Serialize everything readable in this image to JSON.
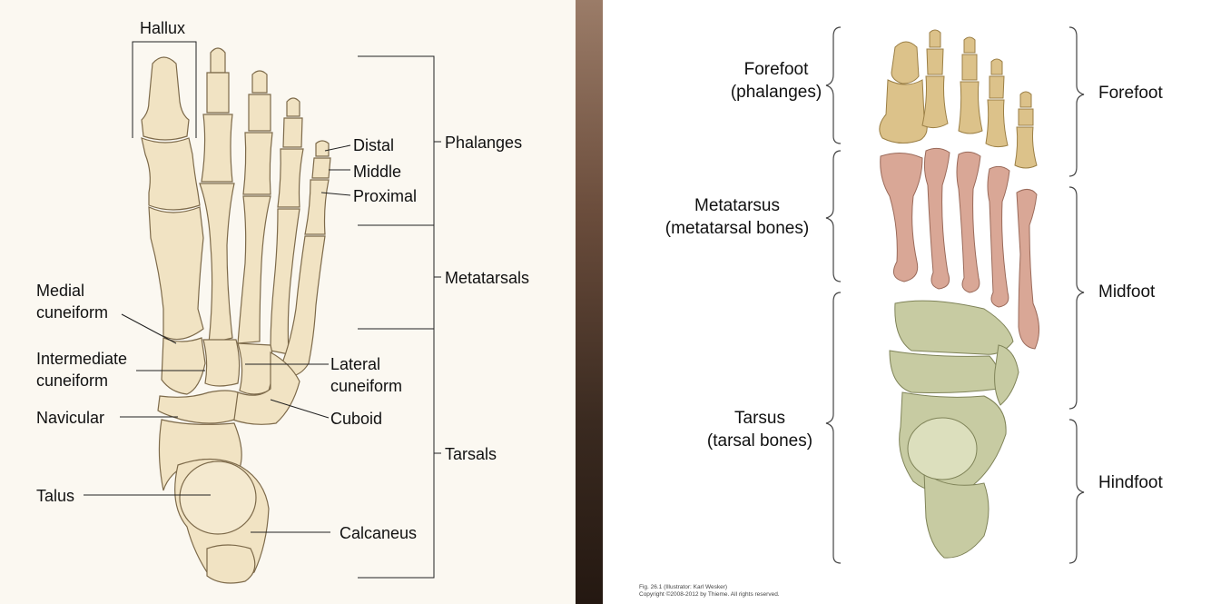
{
  "left": {
    "hallux": "Hallux",
    "distal": "Distal",
    "middle": "Middle",
    "proximal": "Proximal",
    "phalanges": "Phalanges",
    "metatarsals": "Metatarsals",
    "tarsals": "Tarsals",
    "medial_cuneiform": [
      "Medial",
      "cuneiform"
    ],
    "intermediate_cuneiform": [
      "Intermediate",
      "cuneiform"
    ],
    "lateral_cuneiform": [
      "Lateral",
      "cuneiform"
    ],
    "navicular": "Navicular",
    "cuboid": "Cuboid",
    "talus": "Talus",
    "calcaneus": "Calcaneus"
  },
  "right": {
    "forefoot_phalanges": [
      "Forefoot",
      "(phalanges)"
    ],
    "metatarsus": [
      "Metatarsus",
      "(metatarsal bones)"
    ],
    "tarsus": [
      "Tarsus",
      "(tarsal bones)"
    ],
    "forefoot": "Forefoot",
    "midfoot": "Midfoot",
    "hindfoot": "Hindfoot",
    "caption_line1": "Fig. 26.1   (Illustrator: Karl Wesker)",
    "caption_line2": "Copyright ©2008-2012 by Thieme. All rights reserved."
  },
  "colors": {
    "bone_left": "#f1e3c3",
    "bone_outline": "#7d6a4a",
    "phalanx_right": "#dcc28a",
    "metatarsal_right": "#d9a796",
    "tarsal_right": "#c7cba2"
  }
}
